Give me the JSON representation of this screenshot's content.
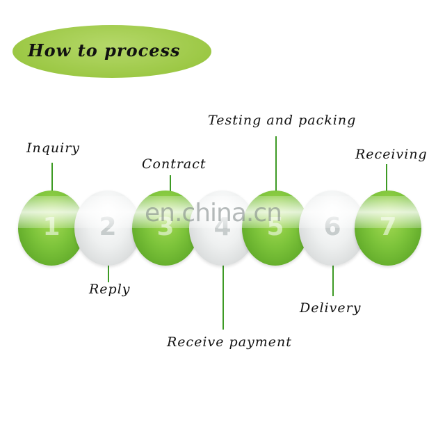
{
  "title": "How to process",
  "watermark": "en.china.cn",
  "colors": {
    "green": "#7cc33a",
    "title_bg": "#9cc845",
    "line": "#3d9a24"
  },
  "steps": [
    {
      "number": "1",
      "label": "Inquiry",
      "color": "green"
    },
    {
      "number": "2",
      "label": "Reply",
      "color": "white"
    },
    {
      "number": "3",
      "label": "Contract",
      "color": "green"
    },
    {
      "number": "4",
      "label": "Receive payment",
      "color": "white"
    },
    {
      "number": "5",
      "label": "Testing and packing",
      "color": "green"
    },
    {
      "number": "6",
      "label": "Delivery",
      "color": "white"
    },
    {
      "number": "7",
      "label": "Receiving",
      "color": "green"
    }
  ]
}
